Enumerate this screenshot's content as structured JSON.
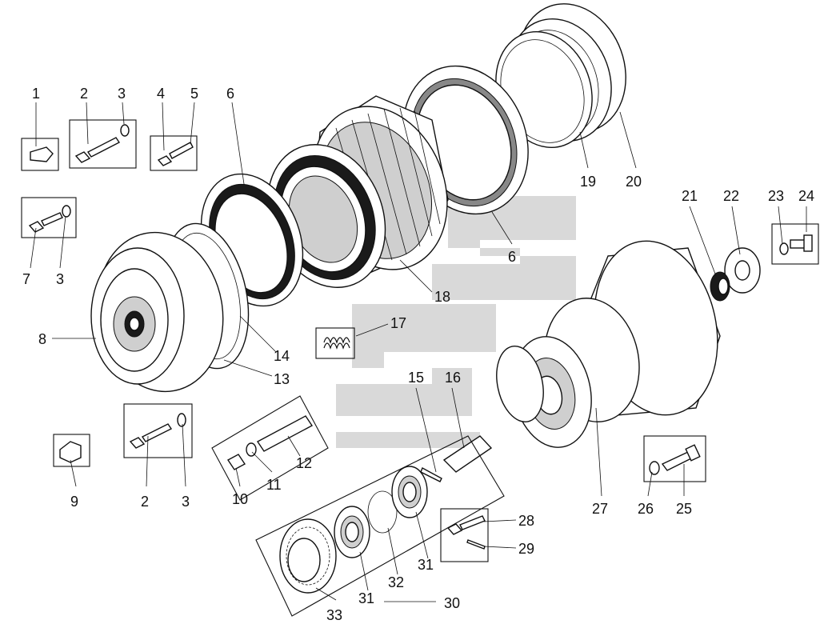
{
  "diagram": {
    "part_numbers": [
      "1",
      "2",
      "3",
      "4",
      "5",
      "6",
      "7",
      "3",
      "8",
      "9",
      "2",
      "3",
      "10",
      "11",
      "12",
      "13",
      "14",
      "17",
      "15",
      "16",
      "18",
      "6",
      "19",
      "20",
      "21",
      "22",
      "23",
      "24",
      "25",
      "26",
      "27",
      "28",
      "29",
      "30",
      "31",
      "32",
      "31",
      "33"
    ]
  }
}
